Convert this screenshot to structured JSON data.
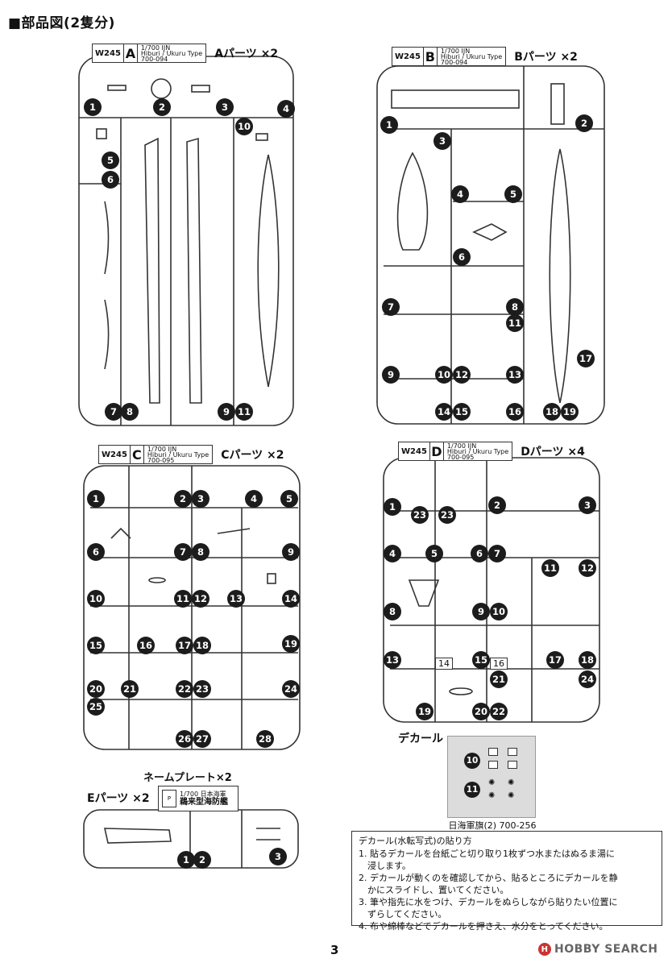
{
  "title": "■部品図(2隻分)",
  "sprues": {
    "A": {
      "code": "W245",
      "letter": "A",
      "scale": "1/700 IJN",
      "type": "Hiburi / Ukuru Type",
      "kit": "700-094",
      "name": "Aパーツ ×2",
      "numbers": [
        "1",
        "2",
        "3",
        "4",
        "10",
        "5",
        "6",
        "7",
        "8",
        "9",
        "11"
      ]
    },
    "B": {
      "code": "W245",
      "letter": "B",
      "scale": "1/700 IJN",
      "type": "Hiburi / Ukuru Type",
      "kit": "700-094",
      "name": "Bパーツ ×2",
      "numbers": [
        "1",
        "2",
        "3",
        "4",
        "5",
        "6",
        "7",
        "8",
        "11",
        "17",
        "9",
        "10",
        "12",
        "13",
        "14",
        "15",
        "16",
        "18",
        "19"
      ]
    },
    "C": {
      "code": "W245",
      "letter": "C",
      "scale": "1/700 IJN",
      "type": "Hiburi / Ukuru Type",
      "kit": "700-095",
      "name": "Cパーツ ×2",
      "numbers": [
        "1",
        "2",
        "3",
        "4",
        "5",
        "6",
        "7",
        "8",
        "9",
        "10",
        "11",
        "12",
        "13",
        "14",
        "15",
        "16",
        "17",
        "18",
        "19",
        "20",
        "21",
        "22",
        "23",
        "24",
        "25",
        "26",
        "27",
        "28"
      ]
    },
    "D": {
      "code": "W245",
      "letter": "D",
      "scale": "1/700 IJN",
      "type": "Hiburi / Ukuru Type",
      "kit": "700-095",
      "name": "Dパーツ ×4",
      "numbers": [
        "1",
        "23",
        "23",
        "2",
        "3",
        "4",
        "5",
        "6",
        "7",
        "11",
        "12",
        "8",
        "9",
        "10",
        "13",
        "15",
        "17",
        "18",
        "21",
        "24",
        "19",
        "20",
        "22"
      ],
      "square_labels": [
        "14",
        "16"
      ]
    },
    "E": {
      "name": "Eパーツ ×2",
      "numbers": [
        "1",
        "2",
        "3"
      ]
    }
  },
  "nameplate": {
    "title": "ネームプレート×2",
    "scale": "1/700 日本海軍",
    "ship": "鵜来型海防艦"
  },
  "decal": {
    "title": "デカール",
    "marks": [
      "10",
      "11"
    ],
    "label": "日海軍旗(2) 700-256"
  },
  "instructions": {
    "heading": "デカール(水転写式)の貼り方",
    "lines": [
      "1. 貼るデカールを台紙ごと切り取り1枚ずつ水またはぬるま湯に",
      "　浸します。",
      "2. デカールが動くのを確認してから、貼るところにデカールを静",
      "　かにスライドし、置いてください。",
      "3. 筆や指先に水をつけ、デカールをぬらしながら貼りたい位置に",
      "　ずらしてください。",
      "4. 布や綿棒などでデカールを押さえ、水分をとってください。"
    ]
  },
  "page_number": "3",
  "watermark": "HOBBY SEARCH"
}
